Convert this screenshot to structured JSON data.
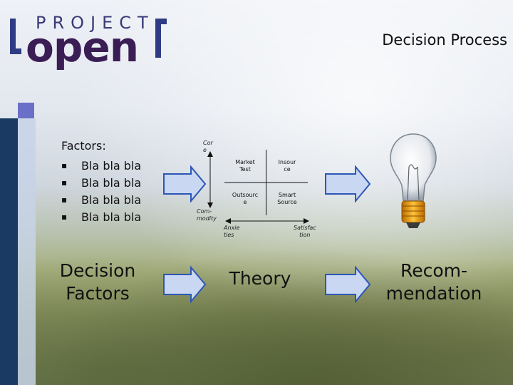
{
  "header": {
    "logo_top": "PROJECT",
    "logo_main": "open",
    "title": "Decision Process"
  },
  "factors": {
    "heading": "Factors:",
    "bullet_glyph": "▪",
    "items": [
      "Bla bla bla",
      "Bla bla bla",
      "Bla bla bla",
      "Bla bla bla"
    ]
  },
  "matrix": {
    "y_top": "Cor\ne",
    "y_bottom": "Com-\nmodity",
    "x_left": "Anxie\nties",
    "x_right": "Satisfac\ntion",
    "cells": [
      "Market\nTest",
      "Insour\nce",
      "Outsourc\ne",
      "Smart\nSource"
    ]
  },
  "steps": {
    "left": "Decision\nFactors",
    "middle": "Theory",
    "right": "Recom-\nmendation"
  },
  "colors": {
    "sidebar": "#1b3a63",
    "accent_square": "#6a6fc8",
    "arrow_fill": "#c9d7f2",
    "arrow_stroke": "#2d57b5",
    "logo_brand": "#3b1d55"
  }
}
